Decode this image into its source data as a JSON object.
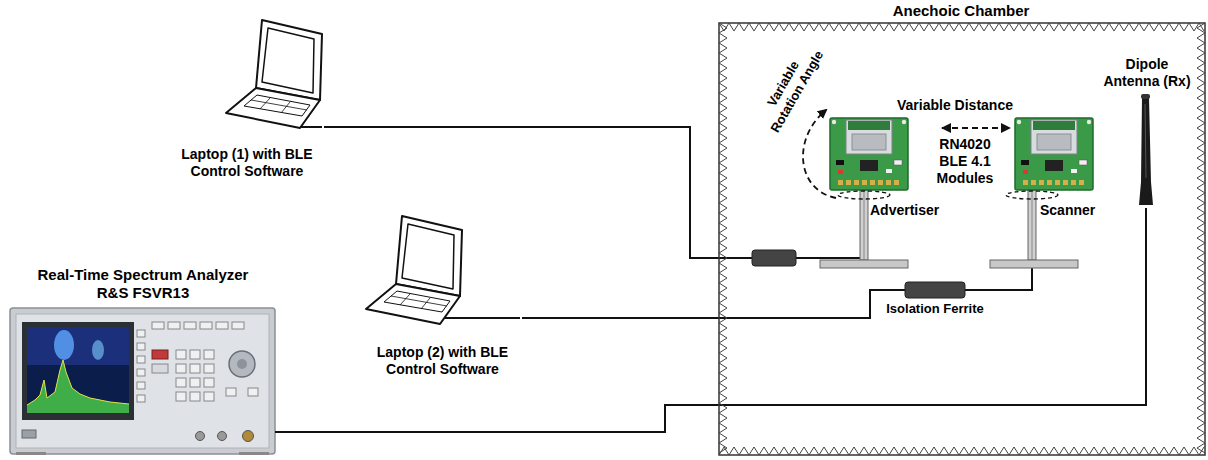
{
  "diagram": {
    "nodes": [
      {
        "text": [
          "Laptop (1) with BLE Control Software"
        ]
      },
      {
        "text": [
          "Anechoic Chamber"
        ]
      },
      {
        "text": [
          "Advertiser"
        ],
        "in": 1
      },
      {
        "text": [
          "Scanner"
        ],
        "in": 1
      },
      {
        "text": [
          "Dipole Antenna (Rx)"
        ],
        "in": 1
      },
      {
        "text": [
          "Laptop (2) with BLE Control Software"
        ]
      },
      {
        "text": [
          "Real-Time Spectrum Analyzer R&S FSVR13"
        ]
      }
    ],
    "edges": [
      {
        "from": 0,
        "to": 2,
        "arrow": "none"
      },
      {
        "from": 5,
        "to": 3,
        "arrow": "none"
      },
      {
        "from": 6,
        "to": 4,
        "arrow": "none"
      },
      {
        "from": 2,
        "to": 3,
        "label": "Variable Distance",
        "arrow": "both"
      }
    ],
    "labels": [
      "Variable Rotation Angle",
      "RN4020 BLE 4.1 Modules",
      "Isolation Ferrite"
    ]
  }
}
